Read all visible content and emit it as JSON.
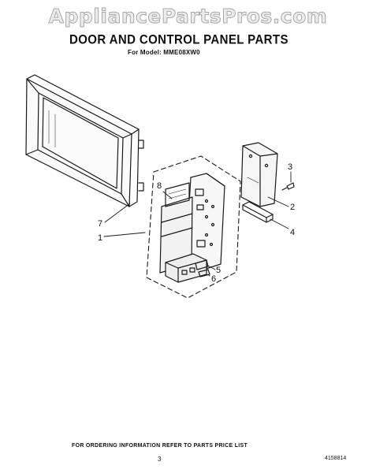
{
  "watermark": "AppliancePartsPros.com",
  "title": "DOOR AND CONTROL PANEL PARTS",
  "subtitle": "For Model: MME08XW0",
  "callouts": {
    "door": "7",
    "control_panel": "1",
    "keypad_label": "8",
    "screw": "3",
    "bracket": "2",
    "hinge_plate": "4",
    "switch_upper": "5",
    "switch_lower": "6"
  },
  "footer": {
    "ordering_note": "FOR ORDERING INFORMATION REFER TO PARTS PRICE LIST",
    "page_number": "3",
    "doc_code": "4158814"
  }
}
